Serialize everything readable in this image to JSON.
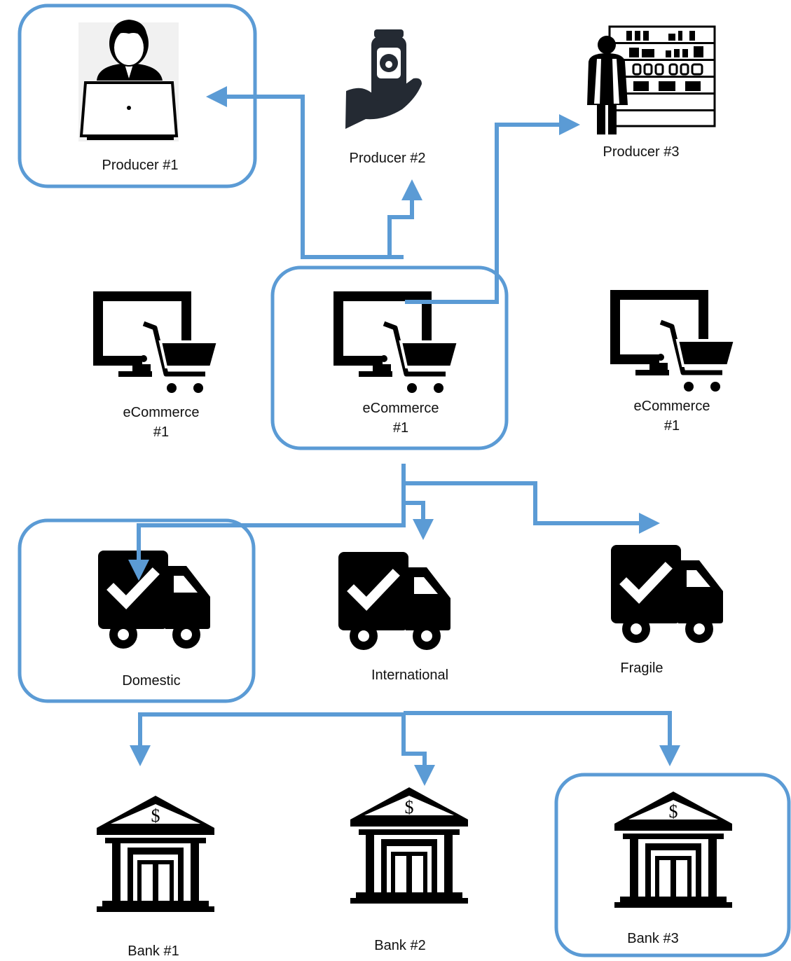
{
  "colors": {
    "accent": "#5B9BD5",
    "icon": "#000000"
  },
  "producers": [
    {
      "label": "Producer #1",
      "icon": "person-laptop-icon",
      "selected": true
    },
    {
      "label": "Producer #2",
      "icon": "hand-jar-icon",
      "selected": false
    },
    {
      "label": "Producer #3",
      "icon": "shopkeeper-shelf-icon",
      "selected": false
    }
  ],
  "ecommerce": [
    {
      "name": "eCommerce",
      "number": "#1",
      "icon": "monitor-cart-icon",
      "selected": false
    },
    {
      "name": "eCommerce",
      "number": "#1",
      "icon": "monitor-cart-icon",
      "selected": true
    },
    {
      "name": "eCommerce",
      "number": "#1",
      "icon": "monitor-cart-icon",
      "selected": false
    }
  ],
  "shipping": [
    {
      "label": "Domestic",
      "icon": "delivery-truck-check-icon",
      "selected": true
    },
    {
      "label": "International",
      "icon": "delivery-truck-check-icon",
      "selected": false
    },
    {
      "label": "Fragile",
      "icon": "delivery-truck-check-icon",
      "selected": false
    }
  ],
  "banks": [
    {
      "label": "Bank #1",
      "icon": "bank-dollar-icon",
      "selected": false
    },
    {
      "label": "Bank #2",
      "icon": "bank-dollar-icon",
      "selected": false
    },
    {
      "label": "Bank #3",
      "icon": "bank-dollar-icon",
      "selected": true
    }
  ]
}
